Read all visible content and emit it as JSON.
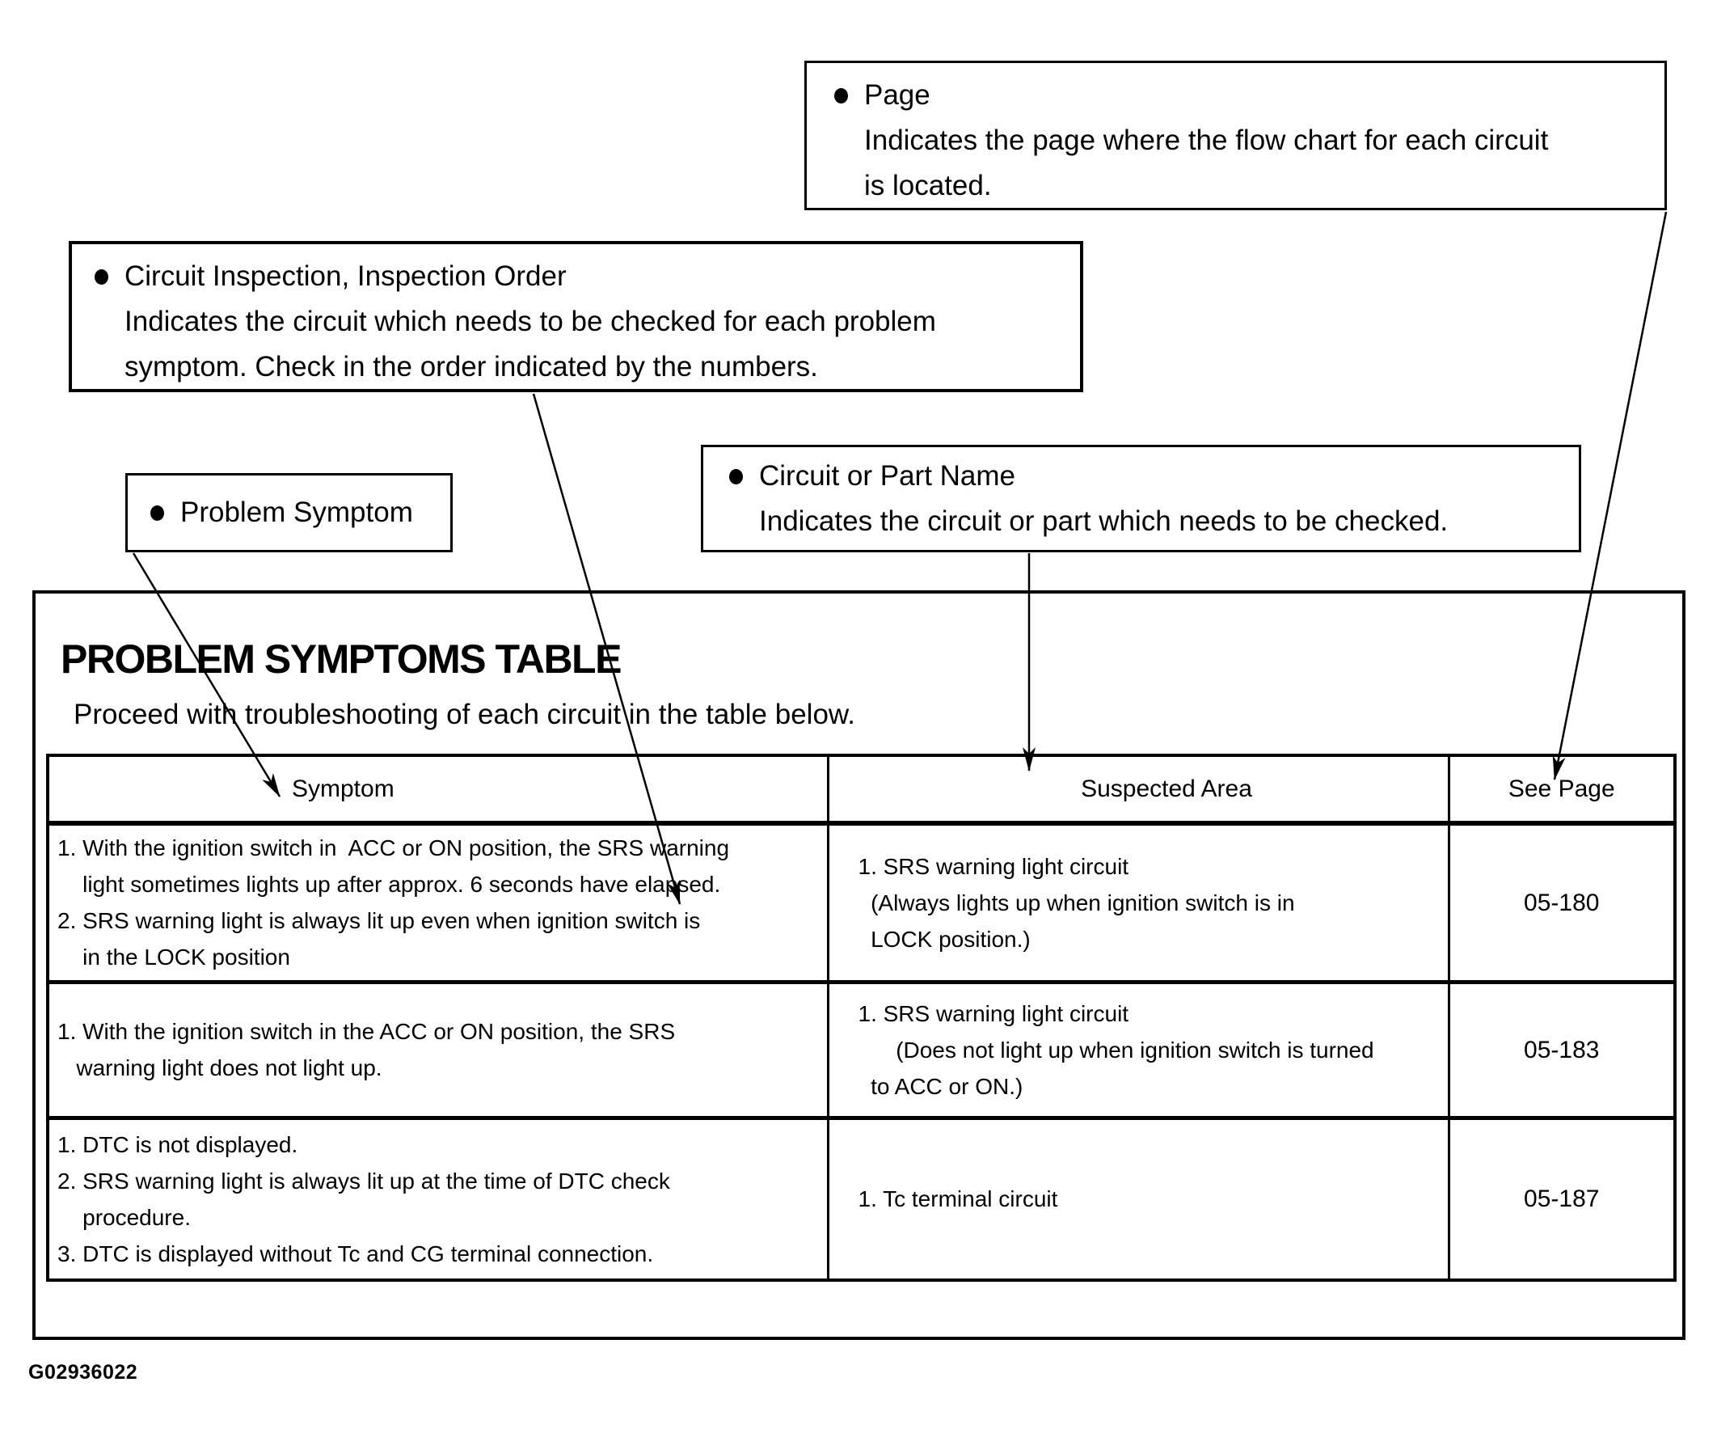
{
  "callouts": {
    "page": {
      "title": "Page",
      "body": "Indicates the page where the flow chart for each circuit\nis located."
    },
    "circuit_inspection": {
      "title": "Circuit Inspection, Inspection Order",
      "body": "Indicates the circuit which needs to be checked for each problem\nsymptom. Check in the order indicated by the numbers."
    },
    "problem_symptom": {
      "title": "Problem Symptom"
    },
    "circuit_or_part_name": {
      "title": "Circuit or Part Name",
      "body": "Indicates the circuit or part which needs to be checked."
    }
  },
  "main": {
    "title": "PROBLEM SYMPTOMS TABLE",
    "subtitle": "Proceed with troubleshooting of each circuit in the table below.",
    "table": {
      "headers": [
        "Symptom",
        "Suspected Area",
        "See Page"
      ],
      "rows": [
        {
          "symptom": "1. With the ignition switch in  ACC or ON position, the SRS warning\n    light sometimes lights up after approx. 6 seconds have elapsed.\n2. SRS warning light is always lit up even when ignition switch is\n    in the LOCK position",
          "suspected": "1. SRS warning light circuit\n  (Always lights up when ignition switch is in\n  LOCK position.)",
          "see_page": "05-180"
        },
        {
          "symptom": "1. With the ignition switch in the ACC or ON position, the SRS\n   warning light does not light up.",
          "suspected": "1. SRS warning light circuit\n      (Does not light up when ignition switch is turned\n  to ACC or ON.)",
          "see_page": "05-183"
        },
        {
          "symptom": "1. DTC is not displayed.\n2. SRS warning light is always lit up at the time of DTC check\n    procedure.\n3. DTC is displayed without Tc and CG terminal connection.",
          "suspected": "1. Tc terminal circuit",
          "see_page": "05-187"
        }
      ]
    }
  },
  "figure_id": "G02936022"
}
